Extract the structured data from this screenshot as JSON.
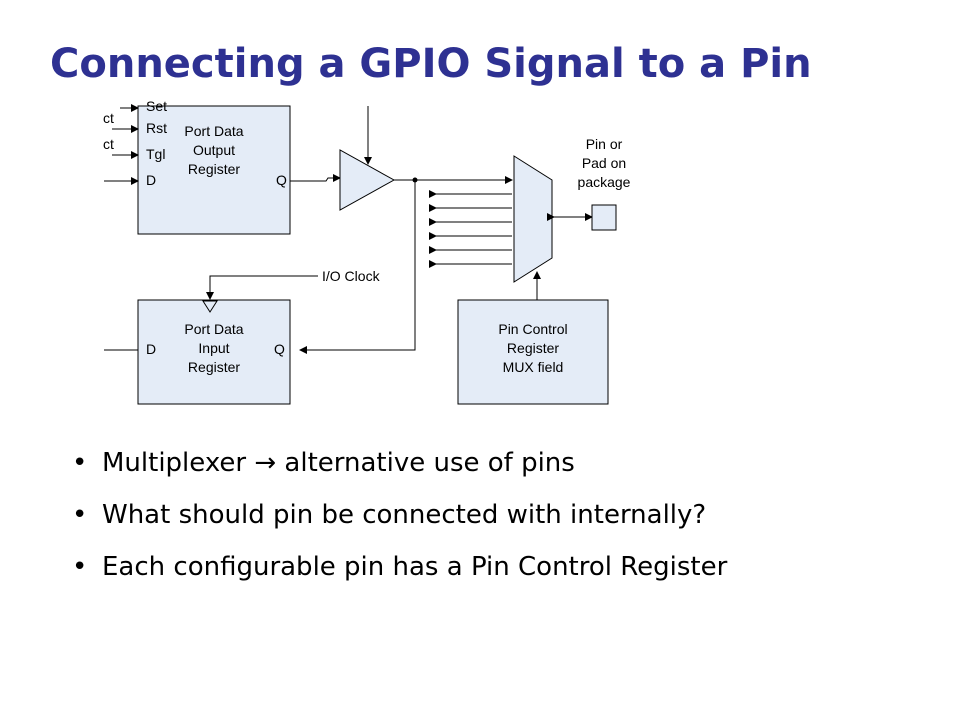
{
  "title": "Connecting a GPIO Signal to a Pin",
  "diagram": {
    "output_register": {
      "inputs": [
        "Set",
        "Rst",
        "Tgl",
        "D"
      ],
      "output": "Q",
      "name_lines": [
        "Port Data",
        "Output",
        "Register"
      ],
      "cut_off_signal_labels": [
        "ct",
        "ct"
      ]
    },
    "input_register": {
      "input": "D",
      "output": "Q",
      "name_lines": [
        "Port Data",
        "Input",
        "Register"
      ]
    },
    "clock_label": "I/O Clock",
    "pin_label_lines": [
      "Pin or",
      "Pad on",
      "package"
    ],
    "pin_control_lines": [
      "Pin Control",
      "Register",
      "MUX field"
    ],
    "colors": {
      "box_fill": "#e4ecf7",
      "line": "#000000"
    }
  },
  "bullets": [
    {
      "marker": "•",
      "text": "Multiplexer  → alternative use of pins"
    },
    {
      "marker": "•",
      "text": "What should pin be connected with internally?"
    },
    {
      "marker": "•",
      "text": "Each configurable pin has a Pin Control Register"
    }
  ]
}
